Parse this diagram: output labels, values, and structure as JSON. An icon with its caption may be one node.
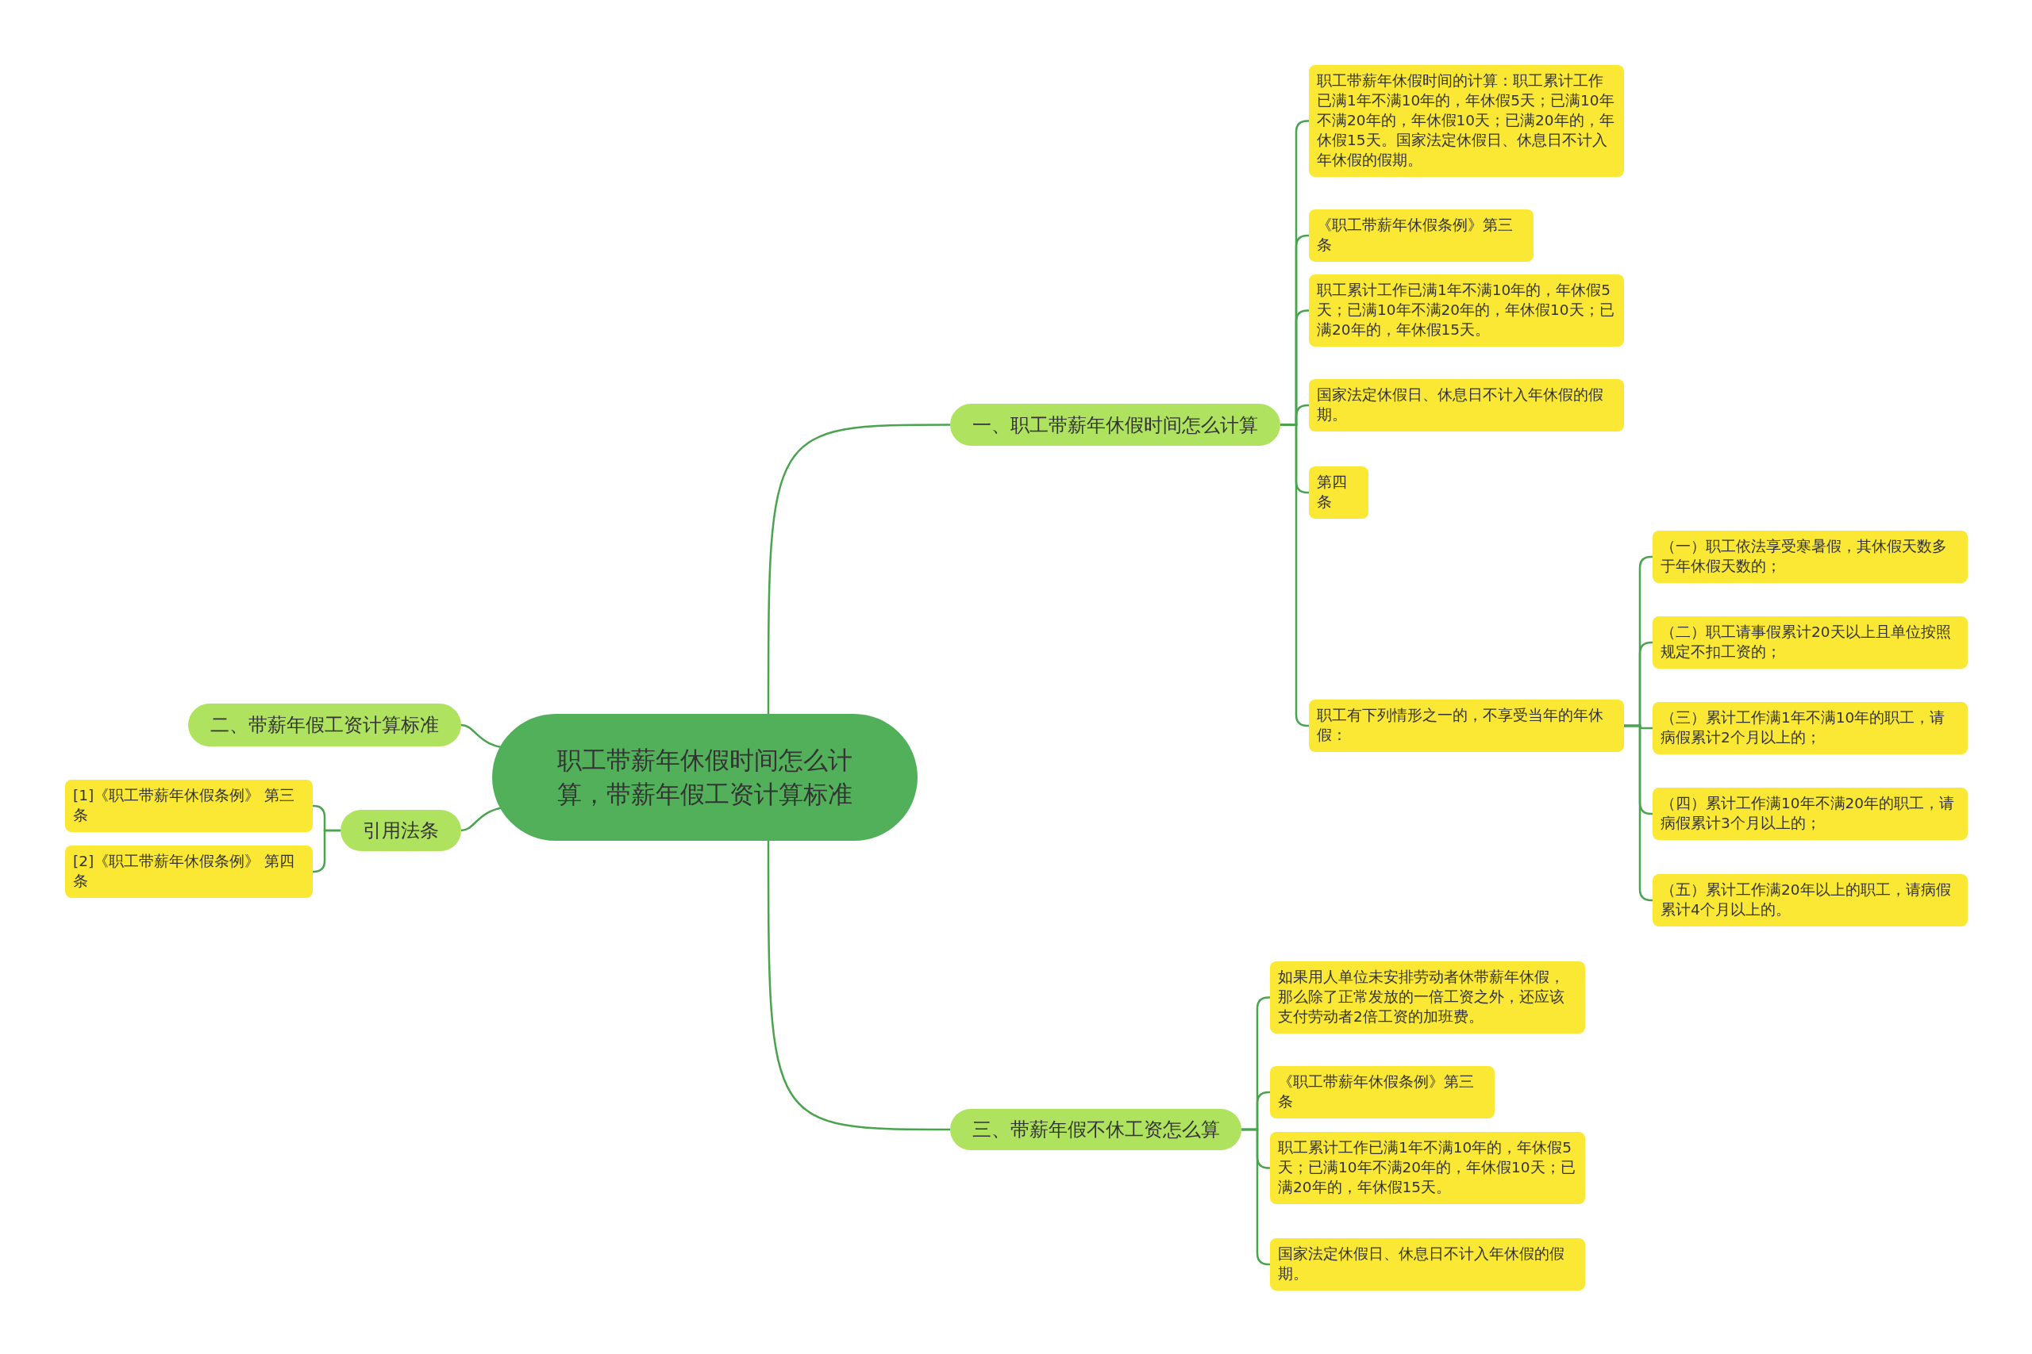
{
  "diagram": {
    "nodes": [
      {
        "text": [
          "职工带薪年休假时间怎么计算，带薪年假工资计算标准"
        ]
      },
      {
        "text": [
          "一、职工带薪年休假时间怎么计算"
        ]
      },
      {
        "text": [
          "职工带薪年休假时间的计算：职工累计工作已满1年不满10年的，年休假5天；已满10年不满20年的，年休假10天；已满20年的，年休假15天。国家法定休假日、休息日不计入年休假的假期。"
        ]
      },
      {
        "text": [
          "《职工带薪年休假条例》第三条"
        ]
      },
      {
        "text": [
          "职工累计工作已满1年不满10年的，年休假5天；已满10年不满20年的，年休假10天；已满20年的，年休假15天。"
        ]
      },
      {
        "text": [
          "国家法定休假日、休息日不计入年休假的假期。"
        ]
      },
      {
        "text": [
          "第四条"
        ]
      },
      {
        "text": [
          "职工有下列情形之一的，不享受当年的年休假："
        ]
      },
      {
        "text": [
          "（一）职工依法享受寒暑假，其休假天数多于年休假天数的；"
        ]
      },
      {
        "text": [
          "（二）职工请事假累计20天以上且单位按照规定不扣工资的；"
        ]
      },
      {
        "text": [
          "（三）累计工作满1年不满10年的职工，请病假累计2个月以上的；"
        ]
      },
      {
        "text": [
          "（四）累计工作满10年不满20年的职工，请病假累计3个月以上的；"
        ]
      },
      {
        "text": [
          "（五）累计工作满20年以上的职工，请病假累计4个月以上的。"
        ]
      },
      {
        "text": [
          "二、带薪年假工资计算标准"
        ]
      },
      {
        "text": [
          "引用法条"
        ]
      },
      {
        "text": [
          "[1]《职工带薪年休假条例》 第三条"
        ]
      },
      {
        "text": [
          "[2]《职工带薪年休假条例》 第四条"
        ]
      },
      {
        "text": [
          "三、带薪年假不休工资怎么算"
        ]
      },
      {
        "text": [
          "如果用人单位未安排劳动者休带薪年休假，那么除了正常发放的一倍工资之外，还应该支付劳动者2倍工资的加班费。"
        ]
      },
      {
        "text": [
          "《职工带薪年休假条例》第三条"
        ]
      },
      {
        "text": [
          "职工累计工作已满1年不满10年的，年休假5天；已满10年不满20年的，年休假10天；已满20年的，年休假15天。"
        ]
      },
      {
        "text": [
          "国家法定休假日、休息日不计入年休假的假期。"
        ]
      }
    ],
    "edges": [
      {
        "from": 0,
        "to": 1,
        "arrow": "none"
      },
      {
        "from": 1,
        "to": 2,
        "arrow": "none"
      },
      {
        "from": 1,
        "to": 3,
        "arrow": "none"
      },
      {
        "from": 1,
        "to": 4,
        "arrow": "none"
      },
      {
        "from": 1,
        "to": 5,
        "arrow": "none"
      },
      {
        "from": 1,
        "to": 6,
        "arrow": "none"
      },
      {
        "from": 1,
        "to": 7,
        "arrow": "none"
      },
      {
        "from": 7,
        "to": 8,
        "arrow": "none"
      },
      {
        "from": 7,
        "to": 9,
        "arrow": "none"
      },
      {
        "from": 7,
        "to": 10,
        "arrow": "none"
      },
      {
        "from": 7,
        "to": 11,
        "arrow": "none"
      },
      {
        "from": 7,
        "to": 12,
        "arrow": "none"
      },
      {
        "from": 0,
        "to": 13,
        "arrow": "none"
      },
      {
        "from": 0,
        "to": 14,
        "arrow": "none"
      },
      {
        "from": 14,
        "to": 15,
        "arrow": "none"
      },
      {
        "from": 14,
        "to": 16,
        "arrow": "none"
      },
      {
        "from": 0,
        "to": 17,
        "arrow": "none"
      },
      {
        "from": 17,
        "to": 18,
        "arrow": "none"
      },
      {
        "from": 17,
        "to": 19,
        "arrow": "none"
      },
      {
        "from": 17,
        "to": 20,
        "arrow": "none"
      },
      {
        "from": 17,
        "to": 21,
        "arrow": "none"
      }
    ]
  }
}
